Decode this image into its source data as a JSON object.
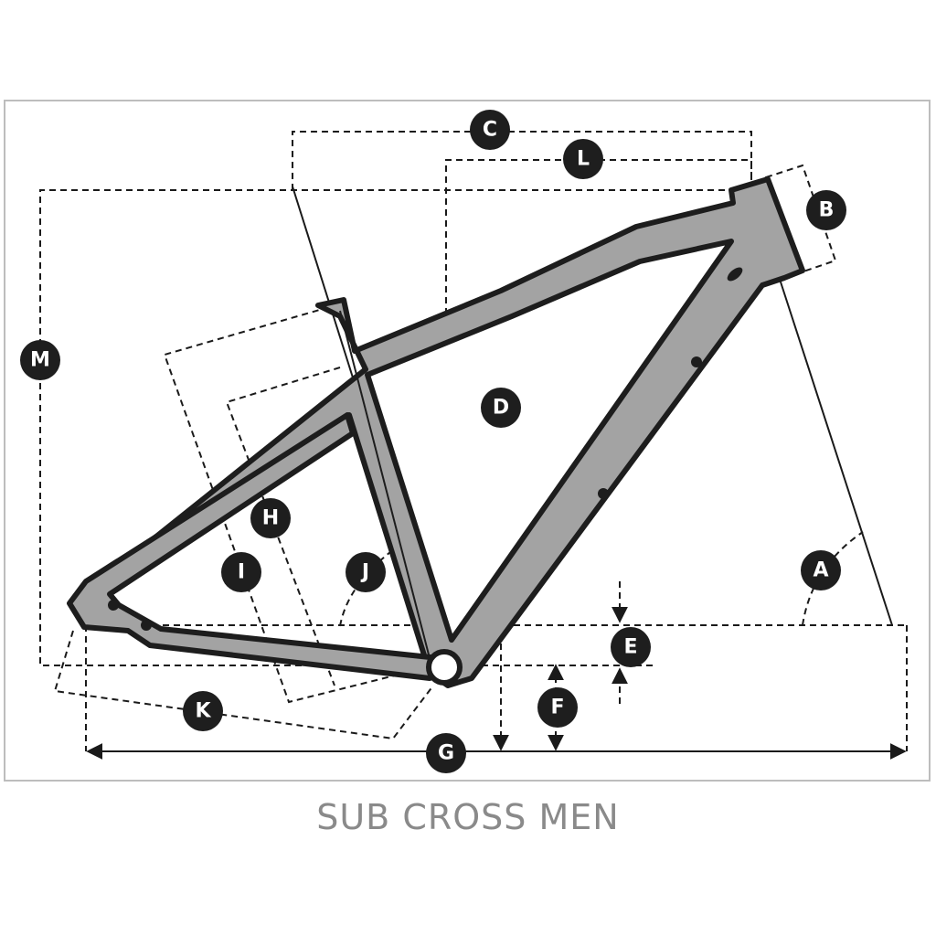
{
  "caption": "SUB CROSS MEN",
  "labels": {
    "A": "A",
    "B": "B",
    "C": "C",
    "D": "D",
    "E": "E",
    "F": "F",
    "G": "G",
    "H": "H",
    "I": "I",
    "J": "J",
    "K": "K",
    "L": "L",
    "M": "M"
  },
  "colors": {
    "frame_fill": "#a3a3a3",
    "outline": "#1d1d1d",
    "badge": "#1e1e1e",
    "caption": "#8a8a8a",
    "border": "#bdbdbd"
  }
}
